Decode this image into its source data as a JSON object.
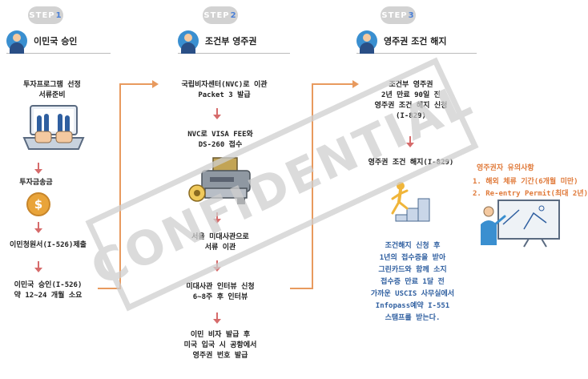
{
  "steps": [
    {
      "badge_label": "STEP",
      "badge_num": "1",
      "title": "이민국 승인"
    },
    {
      "badge_label": "STEP",
      "badge_num": "2",
      "title": "조건부 영주권"
    },
    {
      "badge_label": "STEP",
      "badge_num": "3",
      "title": "영주권 조건 해지"
    }
  ],
  "col1": {
    "n1": "투자프로그램 선정\n서류준비",
    "n2": "투자금송금",
    "coin_symbol": "$",
    "n3": "이민청원서(I-526)제출",
    "n4": "이민국 승인(I-526)\n약 12~24 개월 소요"
  },
  "col2": {
    "n1": "국립비자센터(NVC)로 이관\nPacket 3 발급",
    "n2": "NVC로 VISA FEE와\nDS-260  접수",
    "n3": "서울 미대사관으로\n서류 이관",
    "n4": "미대사관 인터뷰 신청\n6~8주 후 인터뷰",
    "n5": "이민 비자 발급 후\n미국 입국 시 공항에서\n영주권 번호 발급"
  },
  "col3": {
    "n1": "조건부 영주권\n2년 만료 90일 전\n영주권 조건 해지 신청\n(I-829)",
    "n2": "영주권 조건 해지(I-829)",
    "note": "조건해지 신청 후\n1년의 접수증을 받아\n그린카드와 함께 소지\n접수증 만료 1달 전\n가까운 USCIS 사무실에서\nInfopass예약 I-551\n스탬프를 받는다."
  },
  "tips": {
    "title": "영주권자 유의사항",
    "items": [
      "1. 해외 체류 기간(6개월 미만)",
      "2. Re-entry Permit(최대 2년)"
    ]
  },
  "watermark": "CONFIDENTIAL",
  "colors": {
    "arrow": "#d66b6b",
    "connector": "#e89a5e",
    "note": "#2f5fa0",
    "tip": "#e07a3a",
    "avatar": "#3a8fd0",
    "coin": "#e9a43a"
  }
}
